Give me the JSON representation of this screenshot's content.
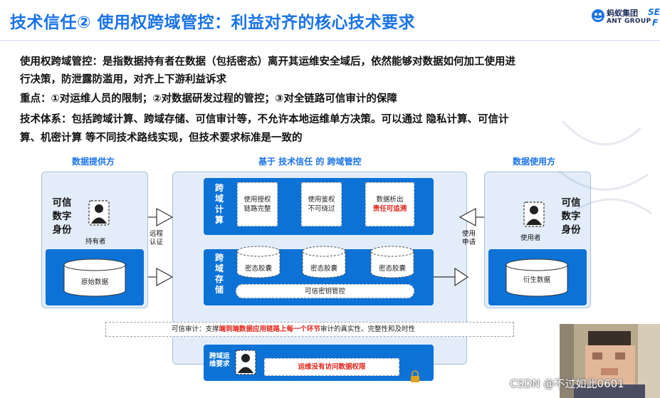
{
  "title": "技术信任② 使用权跨域管控：利益对齐的核心技术要求",
  "logo": {
    "cn": "蚂蚁集团",
    "en": "ANT GROUP",
    "sea": "SEA",
    "sea_tail": "F"
  },
  "paragraphs": {
    "line1": "使用权跨域管控：是指数据持有者在数据（包括密态）离开其运维安全域后，依然能够对数据如何加工使用进",
    "line2": "行决策，防泄露防滥用，对齐上下游利益诉求",
    "line3": "重点：①对运维人员的限制；②对数据研发过程的管控；③对全链路可信审计的保障",
    "line4": "技术体系：包括跨域计算、跨域存储、可信审计等，不允许本地运维单方决策。可以通过 隐私计算、可信计",
    "line5": "算、机密计算 等不同技术路线实现，但技术要求标准是一致的"
  },
  "diagram": {
    "provider_label": "数据提供方",
    "center_label": "基于 技术信任 的 跨域管控",
    "consumer_label": "数据使用方",
    "provider": {
      "identity": "可信数字身份",
      "holder": "持有者",
      "raw_data": "原始数据",
      "remote_auth": "远程认证"
    },
    "consumer": {
      "identity": "可信数字身份",
      "user": "使用者",
      "derived_data": "衍生数据",
      "use_request": "使用申请"
    },
    "compute": {
      "label": "跨域计算",
      "box1": "使用授权链路完整",
      "box2": "使用鉴权不可绕过",
      "box3_line1": "数据析出",
      "box3_line2": "责任可追溯"
    },
    "storage": {
      "label": "跨域存储",
      "capsule1": "密态胶囊",
      "capsule2": "密态胶囊",
      "capsule3": "密态胶囊",
      "key_mgmt": "可信密钥管控"
    },
    "audit": {
      "prefix": "可信审计：支撑",
      "highlight": "端到端数据应用链路上每一个环节",
      "suffix": "审计的真实性、完整性和及时性"
    },
    "ops": {
      "label": "跨域运维要求",
      "rule": "运维没有访问数据权限"
    }
  },
  "footer": {
    "csdn": "CSDN @不过如此0601"
  },
  "colors": {
    "title_blue": "#1a73e8",
    "box_blue": "#0c72d6",
    "panel_bg": "#e3edf9",
    "highlight_red": "#e0241b"
  }
}
